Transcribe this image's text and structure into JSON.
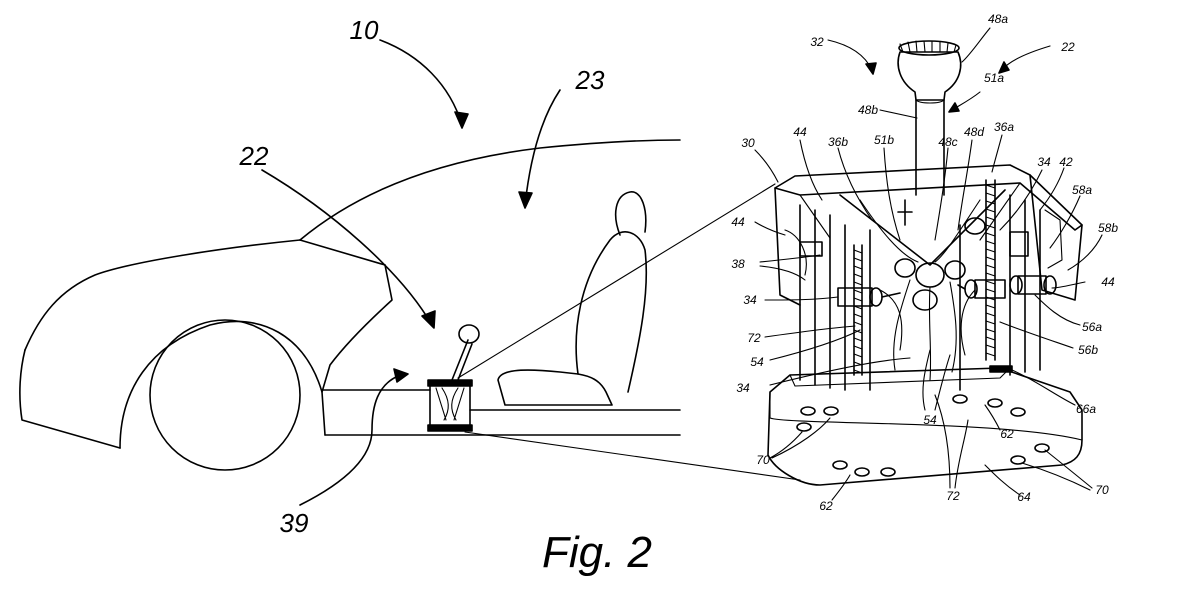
{
  "caption": "Fig. 2",
  "labels": {
    "l10": "10",
    "l23": "23",
    "l22_left": "22",
    "l39": "39",
    "l32": "32",
    "l48a": "48a",
    "l22_right": "22",
    "l51a": "51a",
    "l48b": "48b",
    "l30": "30",
    "l44_top": "44",
    "l36b": "36b",
    "l51b": "51b",
    "l48c": "48c",
    "l48d": "48d",
    "l36a": "36a",
    "l34_top": "34",
    "l42": "42",
    "l58a": "58a",
    "l44_left": "44",
    "l58b": "58b",
    "l38": "38",
    "l44_right": "44",
    "l34_mid": "34",
    "l56a": "56a",
    "l72_left": "72",
    "l56b": "56b",
    "l54_left": "54",
    "l34_low": "34",
    "l66a": "66a",
    "l54_center": "54",
    "l62_right": "62",
    "l70_left": "70",
    "l72_bottom": "72",
    "l70_right": "70",
    "l64": "64",
    "l62_bottom": "62"
  }
}
